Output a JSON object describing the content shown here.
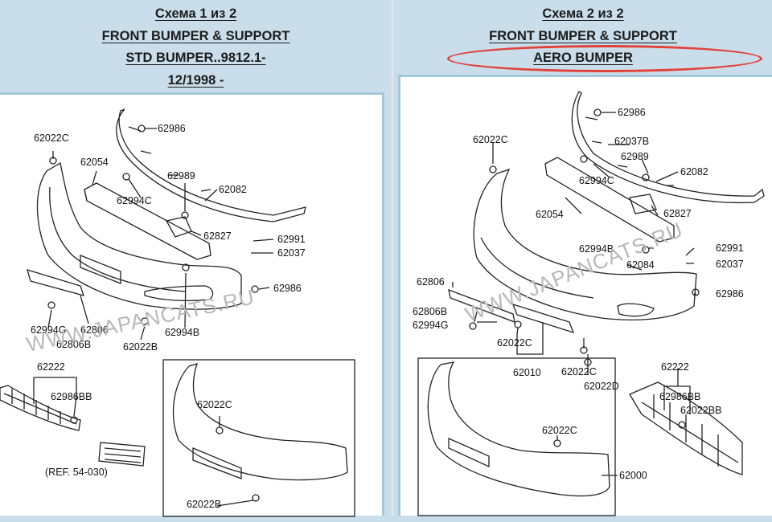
{
  "left": {
    "header": [
      "Схема 1 из 2",
      "FRONT BUMPER & SUPPORT",
      "STD BUMPER..9812.1-",
      "12/1998 -"
    ],
    "labels": [
      "62022C",
      "62986",
      "62054",
      "62989",
      "62082",
      "62994C",
      "62827",
      "62991",
      "62037",
      "62986",
      "62994G",
      "62806",
      "62806B",
      "62994B",
      "62022B",
      "62222",
      "62986BB",
      "62022C",
      "62022B",
      "(REF. 54-030)"
    ]
  },
  "right": {
    "header": [
      "Схема 2 из 2",
      "FRONT BUMPER & SUPPORT",
      "AERO BUMPER"
    ],
    "labels": [
      "62986",
      "62022C",
      "62037B",
      "62989",
      "62994C",
      "62082",
      "62054",
      "62827",
      "62991",
      "62994B",
      "62084",
      "62037",
      "62806",
      "62986",
      "62806B",
      "62994G",
      "62022C",
      "62010",
      "62022C",
      "62022D",
      "62222",
      "62986BB",
      "62022BB",
      "62022C",
      "62000"
    ]
  },
  "watermark": [
    "WWW.JAPANCATS.RU",
    "WWW.JAPANCATS.RU"
  ],
  "colors": {
    "background": "#c9deea",
    "panel_border": "#a5c7db",
    "highlight": "#e0423a"
  }
}
